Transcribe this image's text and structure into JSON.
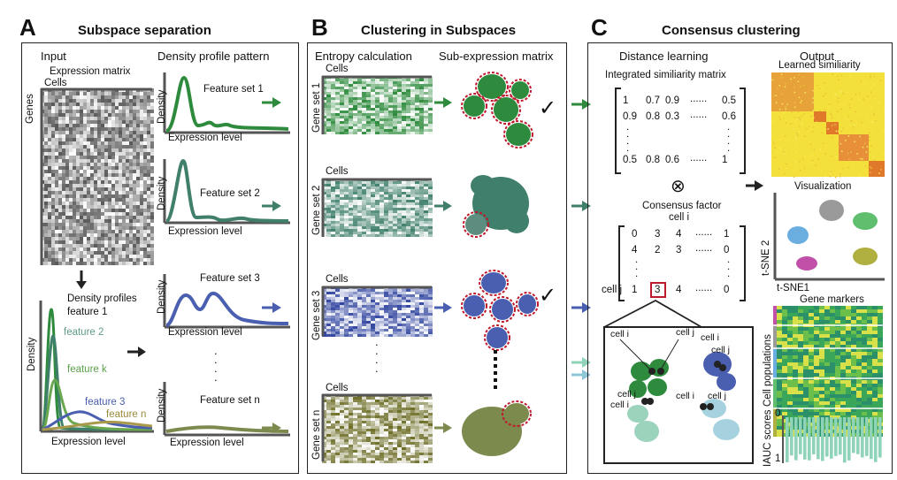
{
  "panel_a": {
    "letter": "A",
    "title": "Subspace separation",
    "input_label": "Input",
    "density_pattern_label": "Density profile pattern",
    "expression_matrix": "Expression matrix",
    "cells": "Cells",
    "genes": "Genes",
    "density_profiles": "Density profiles",
    "density_axis": "Density",
    "expression_level": "Expression level",
    "feature_sets": [
      "Feature set 1",
      "Feature set 2",
      "Feature set 3",
      "Feature set n"
    ],
    "features": [
      "feature 1",
      "feature 2",
      "feature k",
      "feature 3",
      "feature n"
    ]
  },
  "panel_b": {
    "letter": "B",
    "title": "Clustering in Subspaces",
    "entropy_label": "Entropy calculation",
    "subexpr_label": "Sub-expression matrix",
    "cells": "Cells",
    "gene_sets": [
      "Gene set 1",
      "Gene set 2",
      "Gene set 3",
      "Gene set n"
    ],
    "check": "✓"
  },
  "panel_c": {
    "letter": "C",
    "title": "Consensus clustering",
    "distance_learning": "Distance learning",
    "output": "Output",
    "integrated_matrix": "Integrated similiarity matrix",
    "learned_similarity": "Learned similiarity",
    "matrix_rows": [
      [
        "1",
        "0.7",
        "0.9",
        "......",
        "0.5"
      ],
      [
        "0.9",
        "0.8",
        "0.3",
        "......",
        "0.6"
      ],
      [
        "0.5",
        "0.8",
        "0.6",
        "......",
        "1"
      ]
    ],
    "otimes": "⊗",
    "consensus_factor": "Consensus factor",
    "cell_i": "cell i",
    "cell_j": "cell j",
    "factor_rows": [
      [
        "0",
        "3",
        "4",
        "......",
        "1"
      ],
      [
        "4",
        "2",
        "3",
        "......",
        "0"
      ],
      [
        "1",
        "3",
        "4",
        "......",
        "0"
      ]
    ],
    "visualization": "Visualization",
    "tsne1": "t-SNE1",
    "tsne2": "t-SNE 2",
    "gene_markers": "Gene markers",
    "cell_populations": "Cell populations",
    "iauc_scores": "IAUC scores",
    "axis_0": "0",
    "axis_1": "1"
  },
  "colors": {
    "green": "#2e8b3d",
    "teal": "#3f7f6b",
    "blue": "#4a5fb0",
    "olive": "#7c8a4e",
    "red_dash": "#c0182b"
  }
}
